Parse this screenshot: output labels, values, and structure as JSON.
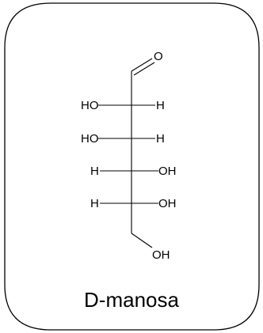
{
  "molecule": {
    "name": "D-manosa",
    "aldehyde_oxygen": "O",
    "rows": [
      {
        "left": "HO",
        "right": "H"
      },
      {
        "left": "HO",
        "right": "H"
      },
      {
        "left": "H",
        "right": "OH"
      },
      {
        "left": "H",
        "right": "OH"
      }
    ],
    "terminal_group": "OH"
  },
  "colors": {
    "line": "#000000",
    "text": "#000000",
    "background": "#ffffff"
  }
}
